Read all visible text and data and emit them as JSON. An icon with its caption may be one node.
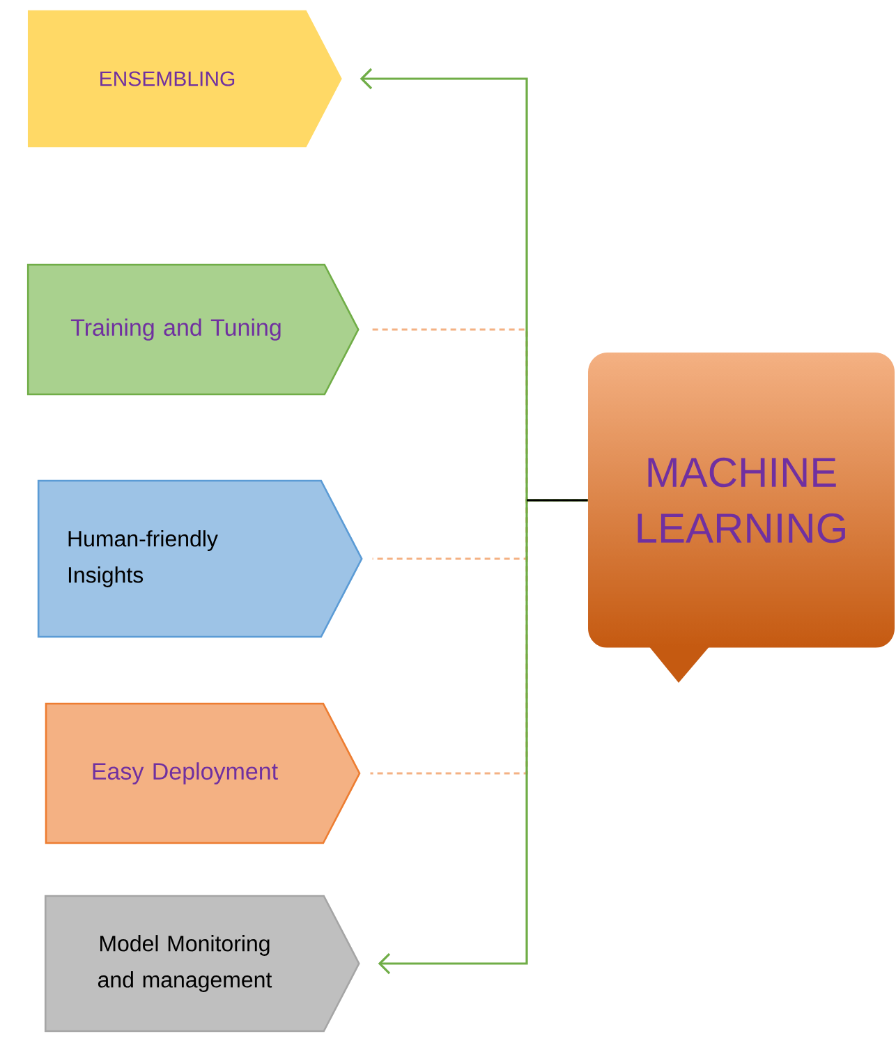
{
  "diagram": {
    "nodes": [
      {
        "text": [
          "ENSEMBLING"
        ]
      },
      {
        "text": [
          "Training and Tuning"
        ]
      },
      {
        "text": [
          "Human-friendly Insights"
        ]
      },
      {
        "text": [
          "Easy Deployment"
        ]
      },
      {
        "text": [
          "Model Monitoring and management"
        ]
      },
      {
        "text": [
          "MACHINE LEARNING"
        ]
      }
    ],
    "edges": [
      {
        "from": 5,
        "to": 0,
        "arrow": "to",
        "color": "#70ad47"
      },
      {
        "from": 5,
        "to": 1,
        "arrow": "none",
        "style": "dashed",
        "color": "#f4b183"
      },
      {
        "from": 5,
        "to": 2,
        "arrow": "none",
        "style": "dashed",
        "color": "#f4b183"
      },
      {
        "from": 5,
        "to": 3,
        "arrow": "none",
        "style": "dashed",
        "color": "#f4b183"
      },
      {
        "from": 5,
        "to": 4,
        "arrow": "to",
        "color": "#70ad47"
      }
    ]
  }
}
